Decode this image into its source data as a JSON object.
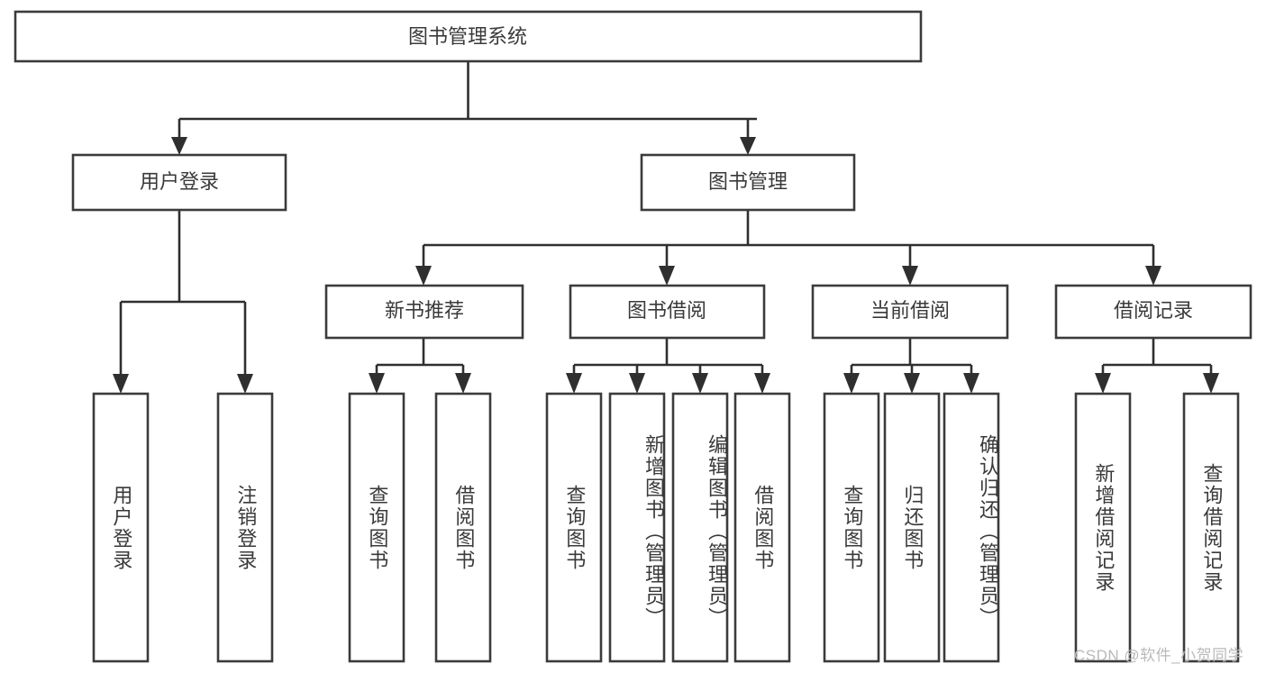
{
  "diagram": {
    "title": "图书管理系统",
    "type": "tree",
    "watermark": "CSDN @软件_小贺同学",
    "root": {
      "id": "root",
      "label": "图书管理系统",
      "orientation": "horizontal"
    },
    "level2": [
      {
        "id": "user-login",
        "label": "用户登录",
        "orientation": "horizontal"
      },
      {
        "id": "book-management",
        "label": "图书管理",
        "orientation": "horizontal"
      }
    ],
    "level3": [
      {
        "id": "new-book-recommend",
        "label": "新书推荐",
        "orientation": "horizontal",
        "parent": "book-management"
      },
      {
        "id": "book-borrow",
        "label": "图书借阅",
        "orientation": "horizontal",
        "parent": "book-management"
      },
      {
        "id": "current-borrow",
        "label": "当前借阅",
        "orientation": "horizontal",
        "parent": "book-management"
      },
      {
        "id": "borrow-record",
        "label": "借阅记录",
        "orientation": "horizontal",
        "parent": "book-management"
      }
    ],
    "leaves": [
      {
        "id": "leaf-user-login",
        "label": "用户登录",
        "parent": "user-login",
        "orientation": "vertical"
      },
      {
        "id": "leaf-logout",
        "label": "注销登录",
        "parent": "user-login",
        "orientation": "vertical"
      },
      {
        "id": "leaf-query-book-1",
        "label": "查询图书",
        "parent": "new-book-recommend",
        "orientation": "vertical"
      },
      {
        "id": "leaf-borrow-book-1",
        "label": "借阅图书",
        "parent": "new-book-recommend",
        "orientation": "vertical"
      },
      {
        "id": "leaf-query-book-2",
        "label": "查询图书",
        "parent": "book-borrow",
        "orientation": "vertical"
      },
      {
        "id": "leaf-add-book",
        "label": "新增图书（管理员）",
        "parent": "book-borrow",
        "orientation": "vertical"
      },
      {
        "id": "leaf-edit-book",
        "label": "编辑图书（管理员）",
        "parent": "book-borrow",
        "orientation": "vertical"
      },
      {
        "id": "leaf-borrow-book-2",
        "label": "借阅图书",
        "parent": "book-borrow",
        "orientation": "vertical"
      },
      {
        "id": "leaf-query-book-3",
        "label": "查询图书",
        "parent": "current-borrow",
        "orientation": "vertical"
      },
      {
        "id": "leaf-return-book",
        "label": "归还图书",
        "parent": "current-borrow",
        "orientation": "vertical"
      },
      {
        "id": "leaf-confirm-return",
        "label": "确认归还（管理员）",
        "parent": "current-borrow",
        "orientation": "vertical"
      },
      {
        "id": "leaf-add-record",
        "label": "新增借阅记录",
        "parent": "borrow-record",
        "orientation": "vertical"
      },
      {
        "id": "leaf-query-record",
        "label": "查询借阅记录",
        "parent": "borrow-record",
        "orientation": "vertical"
      }
    ],
    "colors": {
      "box_stroke": "#3b3b3b",
      "connector": "#2f2f2f",
      "text": "#3a3a3a",
      "background": "#ffffff",
      "watermark": "#b9b9b9"
    }
  }
}
